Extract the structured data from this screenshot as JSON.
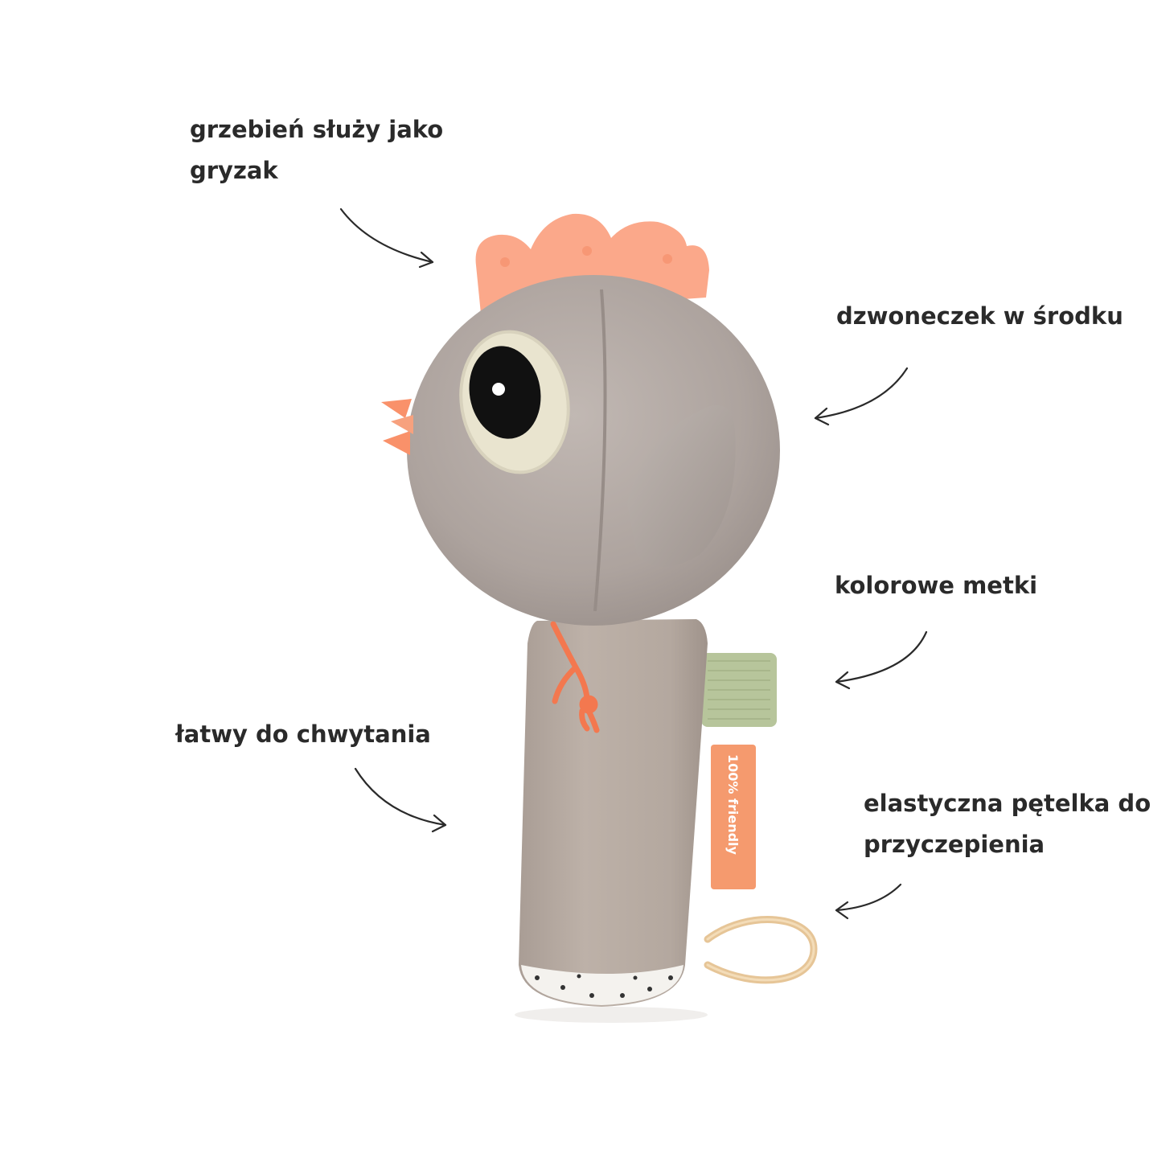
{
  "callouts": {
    "comb": "grzebień służy jako\ngryzak",
    "bell": "dzwoneczek w środku",
    "tags": "kolorowe metki",
    "grip": "łatwy do chwytania",
    "loop": "elastyczna pętelka do\nprzyczepienia"
  },
  "product": {
    "tag_label": "100% friendly"
  },
  "colors": {
    "background": "#ffffff",
    "text": "#2a2a2a",
    "plush": "#b3a9a4",
    "handle": "#b9ada4",
    "comb": "#fba98a",
    "green_tag": "#b9c79e",
    "orange_tag": "#f59a6e",
    "loop": "#e8c89c"
  }
}
